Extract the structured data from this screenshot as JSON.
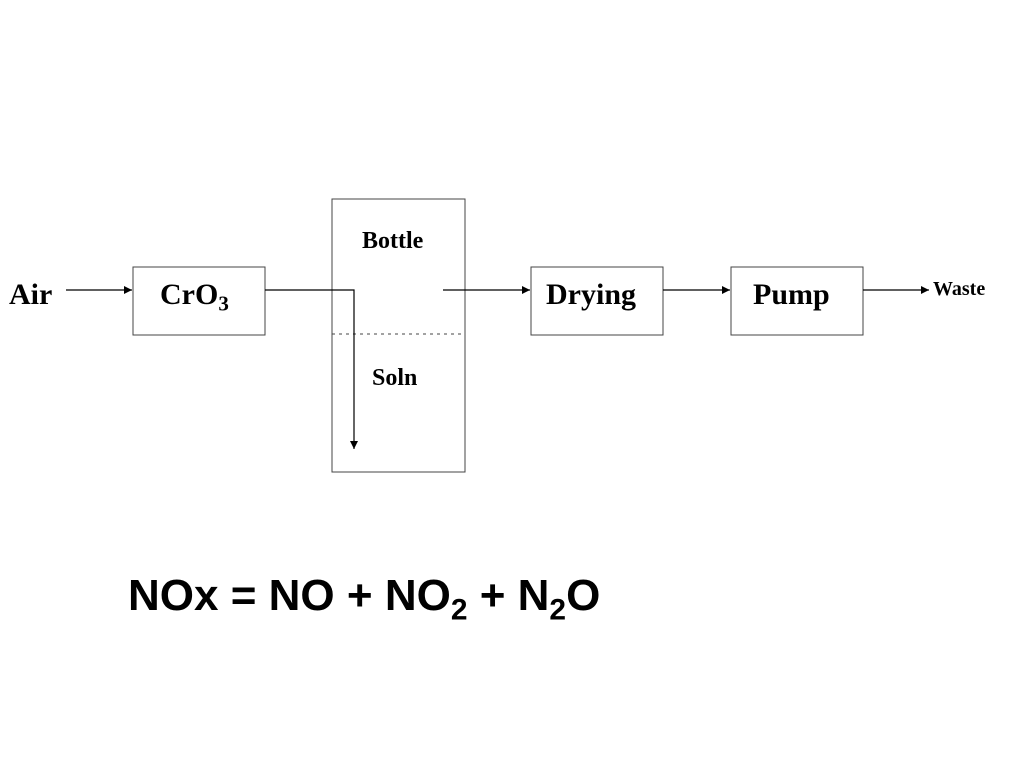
{
  "diagram": {
    "air": "Air",
    "cro3": {
      "main": "CrO",
      "sub": "3"
    },
    "bottle": "Bottle",
    "soln": "Soln",
    "drying": "Drying",
    "pump": "Pump",
    "waste": "Waste"
  },
  "equation": {
    "lhs": "NOx",
    "eq": "=",
    "t1": "NO",
    "plus1": "+",
    "t2_main": "NO",
    "t2_sub": "2",
    "plus2": "+",
    "t3_a": "N",
    "t3_sub": "2",
    "t3_b": "O"
  },
  "colors": {
    "ink": "#000000",
    "background": "#ffffff",
    "box_stroke": "#444444"
  }
}
